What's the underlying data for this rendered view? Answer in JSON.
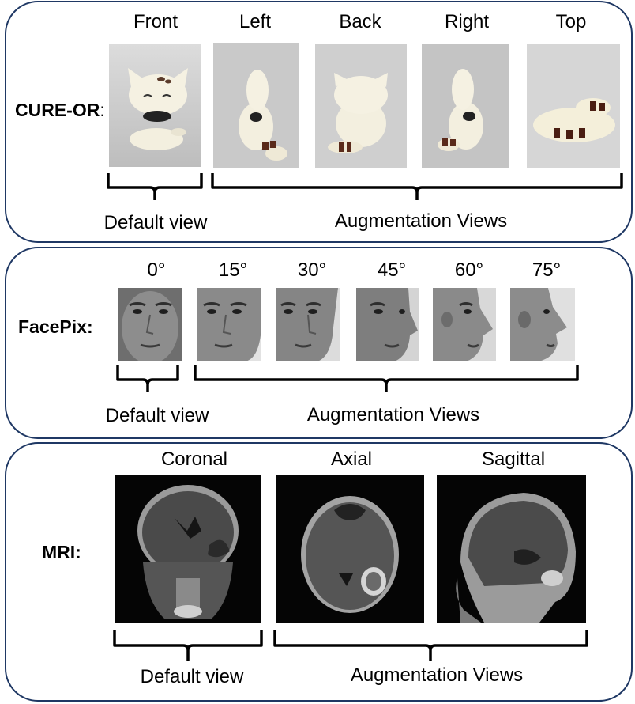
{
  "rows": {
    "cure_or": {
      "label": "CURE-OR",
      "label_suffix": ":",
      "views": [
        "Front",
        "Left",
        "Back",
        "Right",
        "Top"
      ],
      "default_label": "Default view",
      "augment_label": "Augmentation Views"
    },
    "facepix": {
      "label": "FacePix:",
      "views": [
        "0°",
        "15°",
        "30°",
        "45°",
        "60°",
        "75°"
      ],
      "default_label": "Default view",
      "augment_label": "Augmentation Views"
    },
    "mri": {
      "label": "MRI:",
      "views": [
        "Coronal",
        "Axial",
        "Sagittal"
      ],
      "default_label": "Default view",
      "augment_label": "Augmentation Views"
    }
  },
  "colors": {
    "panel_border": "#1f3864",
    "brace": "#000000"
  }
}
